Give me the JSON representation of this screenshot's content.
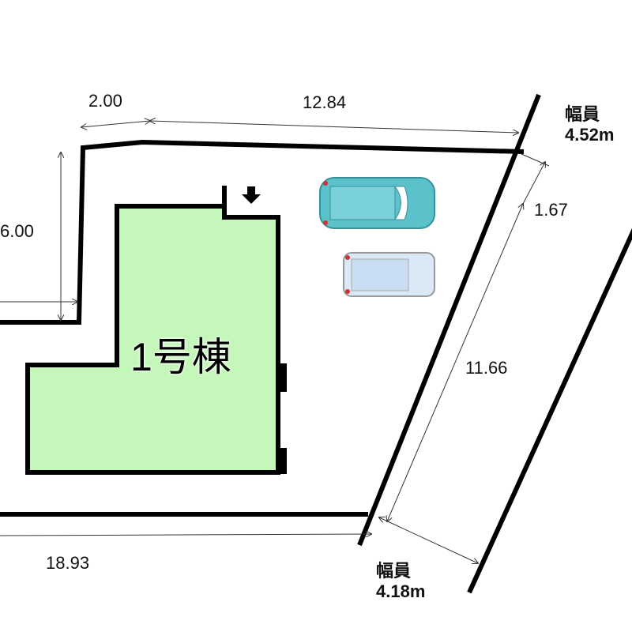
{
  "building": {
    "label": "1号棟",
    "fill": "#c4f7b9"
  },
  "dimensions": {
    "top_left": "2.00",
    "top": "12.84",
    "left": "6.00",
    "bottom": "18.93",
    "right_short": "1.67",
    "right": "11.66"
  },
  "roads": [
    {
      "title": "幅員",
      "width": "4.52m"
    },
    {
      "title": "幅員",
      "width": "4.18m"
    }
  ],
  "cars": [
    {
      "color": "#5bc2cc"
    },
    {
      "color": "#dbe8f5"
    }
  ]
}
